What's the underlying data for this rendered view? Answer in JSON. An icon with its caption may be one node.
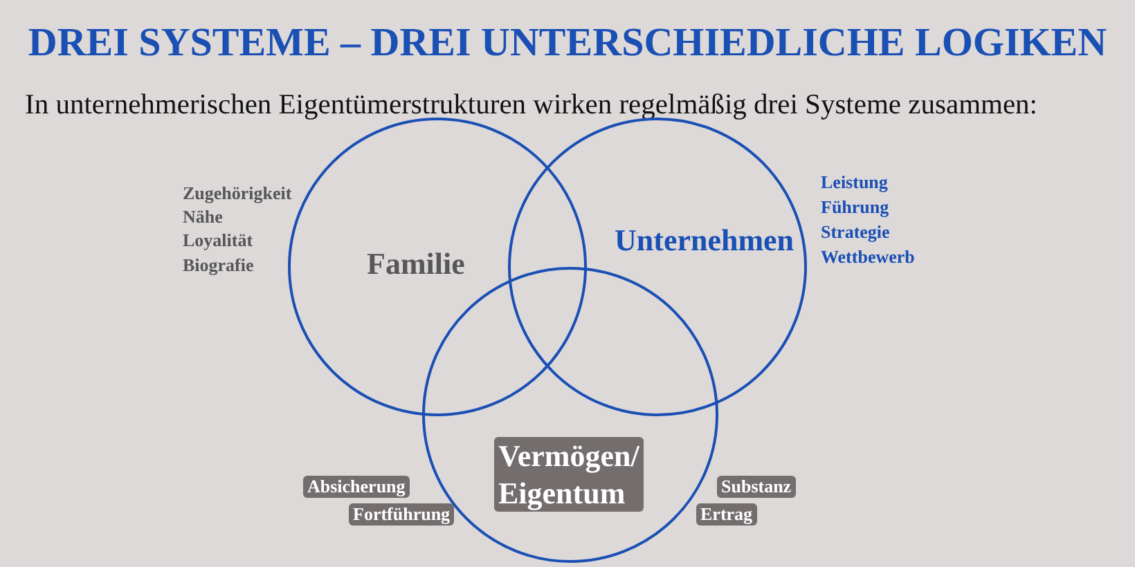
{
  "diagram": {
    "title": "DREI SYSTEME – DREI UNTERSCHIEDLICHE LOGIKEN",
    "nodes": [
      {
        "text": [
          "Familie"
        ],
        "beside": [
          "Zugehörigkeit",
          "Nähe",
          "Loyalität",
          "Biografie"
        ]
      },
      {
        "text": [
          "Unternehmen"
        ],
        "beside": [
          "Leistung",
          "Führung",
          "Strategie",
          "Wettbewerb"
        ]
      },
      {
        "text": [
          "Vermögen/ Eigentum"
        ],
        "beside": [
          "Absicherung",
          "Fortführung",
          "Substanz",
          "Ertrag"
        ]
      }
    ],
    "labels": [
      "In unternehmerischen Eigentümerstrukturen wirken regelmäßig drei Systeme zusammen:"
    ]
  }
}
